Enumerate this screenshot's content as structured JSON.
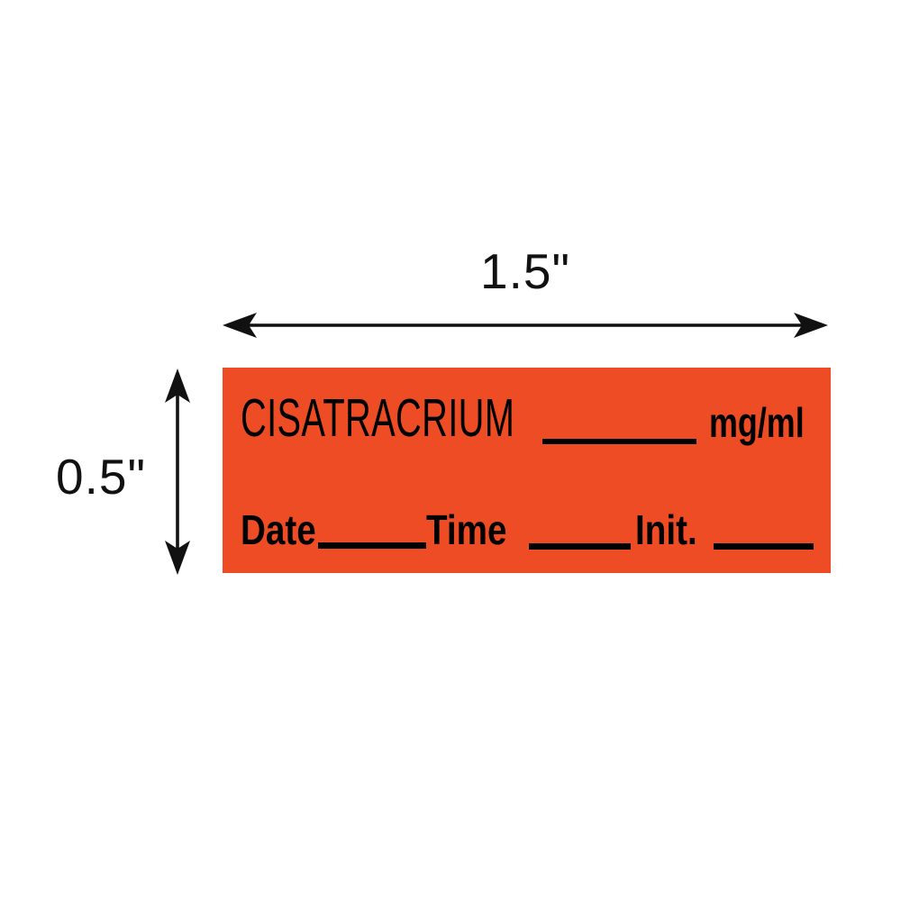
{
  "illustration": {
    "background": "#FFFFFF",
    "width_dimension": "1.5\"",
    "height_dimension": "0.5\""
  },
  "label": {
    "background_color": "#EE4C24",
    "text_color": "#000000",
    "drug_name": "CISATRACRIUM",
    "unit": "mg/ml",
    "date": "Date",
    "time": "Time",
    "init": "Init."
  }
}
